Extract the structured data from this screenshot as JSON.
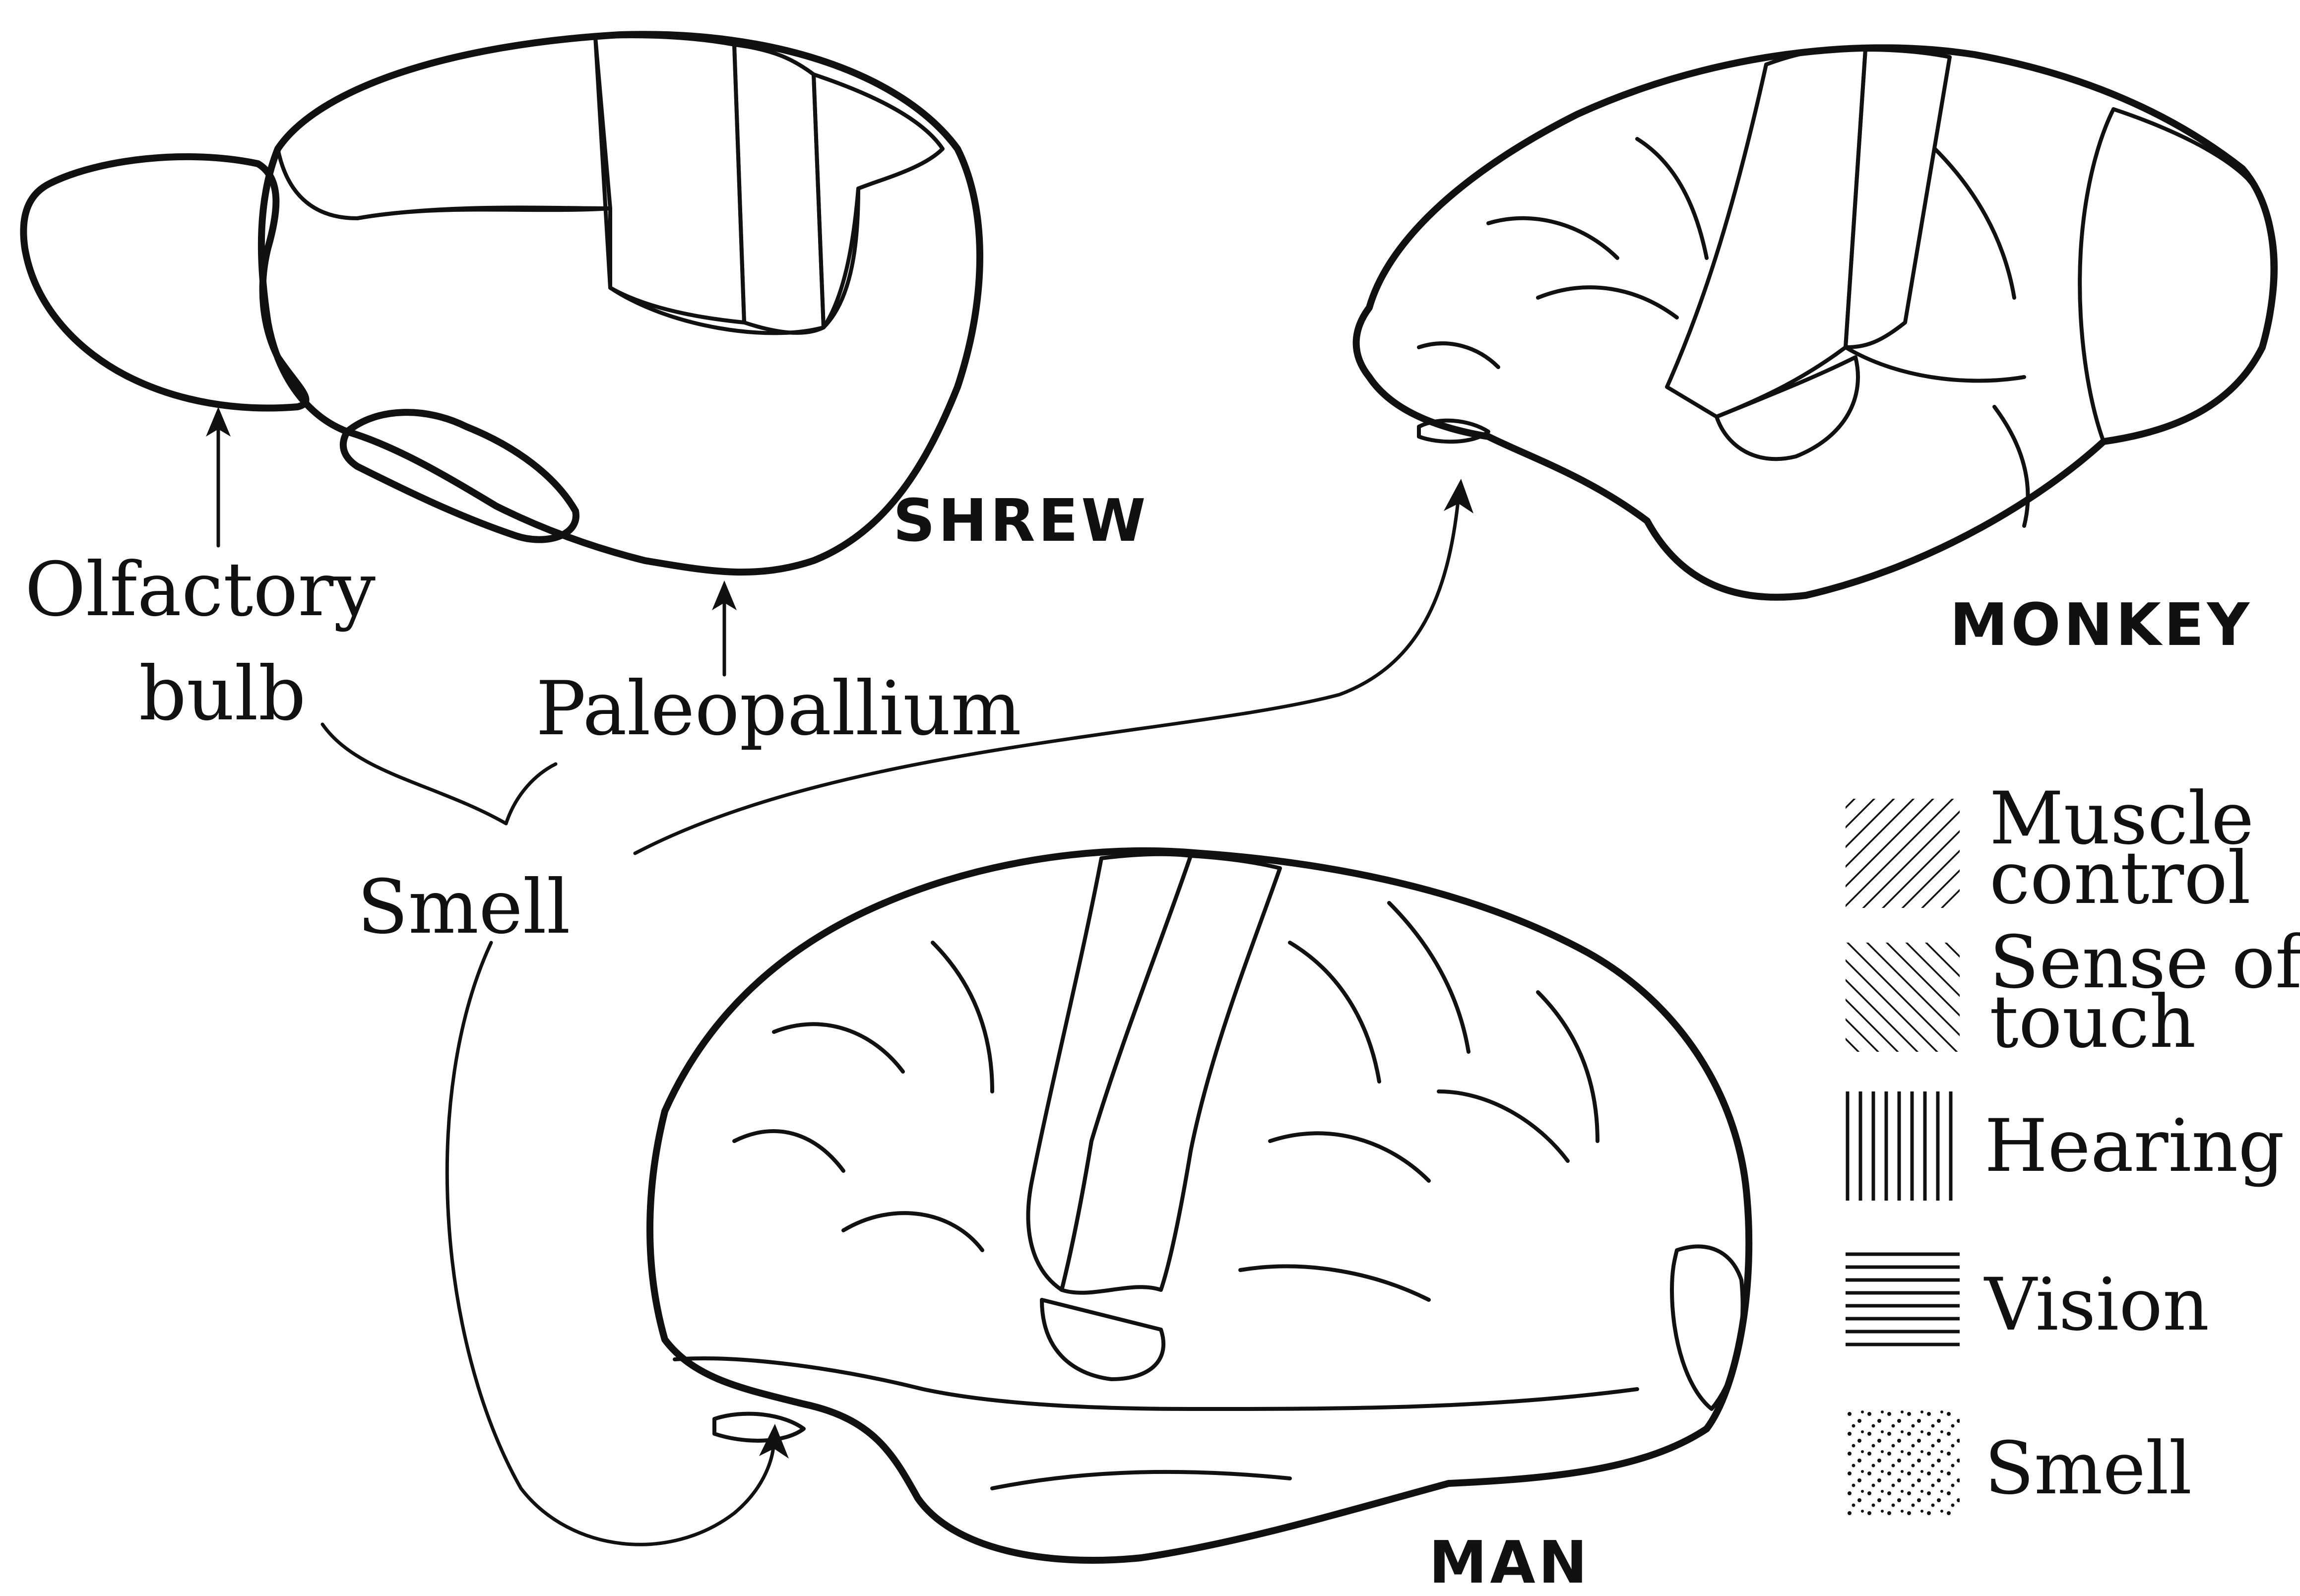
{
  "species_labels": {
    "shrew": "SHREW",
    "monkey": "MONKEY",
    "man": "MAN"
  },
  "callouts": {
    "olfactory_line1": "Olfactory",
    "olfactory_line2": "bulb",
    "paleopallium": "Paleopallium",
    "smell": "Smell"
  },
  "legend": [
    {
      "pattern": "diagonal-right",
      "line1": "Muscle",
      "line2": "control"
    },
    {
      "pattern": "diagonal-left",
      "line1": "Sense of",
      "line2": "touch"
    },
    {
      "pattern": "vertical",
      "line1": "Hearing",
      "line2": ""
    },
    {
      "pattern": "horizontal",
      "line1": "Vision",
      "line2": ""
    },
    {
      "pattern": "stipple",
      "line1": "Smell",
      "line2": ""
    }
  ],
  "colors": {
    "ink": "#111111",
    "paper": "#ffffff"
  }
}
